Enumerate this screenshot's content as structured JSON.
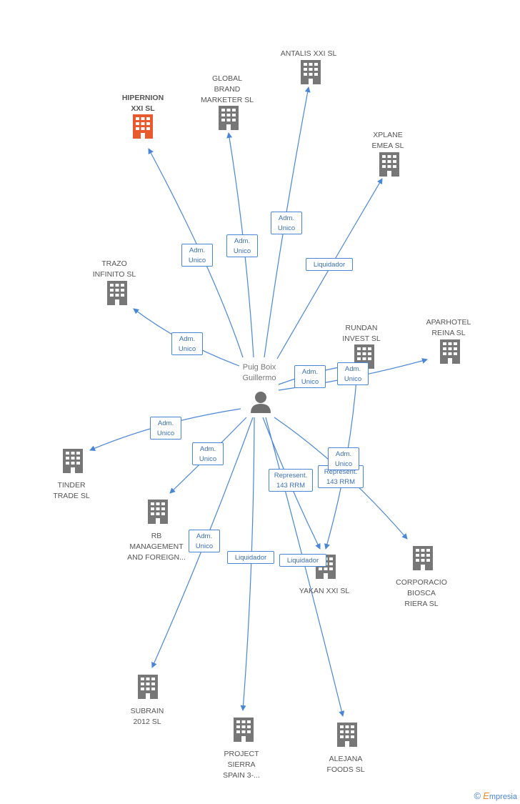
{
  "center": {
    "label": "Puig Boix\nGuillermo",
    "icon": "person-icon"
  },
  "colors": {
    "building": "#777777",
    "highlight": "#e85a2e",
    "edge": "#4a86d8"
  },
  "nodes": [
    {
      "id": "hipernion",
      "label": "HIPERNION\nXXI SL",
      "highlight": true
    },
    {
      "id": "global",
      "label": "GLOBAL\nBRAND\nMARKETER SL"
    },
    {
      "id": "antalis",
      "label": "ANTALIS XXI SL"
    },
    {
      "id": "xplane",
      "label": "XPLANE\nEMEA SL"
    },
    {
      "id": "trazo",
      "label": "TRAZO\nINFINITO SL"
    },
    {
      "id": "rundan",
      "label": "RUNDAN\nINVEST SL"
    },
    {
      "id": "aparhotel",
      "label": "APARHOTEL\nREINA SL"
    },
    {
      "id": "tinder",
      "label": "TINDER\nTRADE SL"
    },
    {
      "id": "rb",
      "label": "RB\nMANAGEMENT\nAND FOREIGN..."
    },
    {
      "id": "yakan",
      "label": "YAKAN XXI SL"
    },
    {
      "id": "corporacio",
      "label": "CORPORACIO\nBIOSCA\nRIERA SL"
    },
    {
      "id": "subrain",
      "label": "SUBRAIN\n2012 SL"
    },
    {
      "id": "project",
      "label": "PROJECT\nSIERRA\nSPAIN 3-..."
    },
    {
      "id": "alejana",
      "label": "ALEJANA\nFOODS SL"
    }
  ],
  "edges": [
    {
      "id": "e-hipernion",
      "label": "Adm.\nUnico"
    },
    {
      "id": "e-global",
      "label": "Adm.\nUnico"
    },
    {
      "id": "e-antalis",
      "label": "Adm.\nUnico"
    },
    {
      "id": "e-xplane",
      "label": "Liquidador"
    },
    {
      "id": "e-trazo",
      "label": "Adm.\nUnico"
    },
    {
      "id": "e-rundan",
      "label": "Adm.\nUnico"
    },
    {
      "id": "e-aparhotel",
      "label": "Adm.\nUnico"
    },
    {
      "id": "e-tinder",
      "label": "Adm.\nUnico"
    },
    {
      "id": "e-rb",
      "label": "Adm.\nUnico"
    },
    {
      "id": "e-yakan-rep",
      "label": "Represent.\n143 RRM"
    },
    {
      "id": "e-corporacio-rep",
      "label": "Represent.\n143 RRM"
    },
    {
      "id": "e-yakan-adm",
      "label": "Adm.\nUnico"
    },
    {
      "id": "e-subrain",
      "label": "Adm.\nUnico"
    },
    {
      "id": "e-project",
      "label": "Liquidador"
    },
    {
      "id": "e-alejana",
      "label": "Liquidador"
    }
  ],
  "footer": {
    "copyright": "©",
    "brand_initial": "E",
    "brand_rest": "mpresia"
  }
}
